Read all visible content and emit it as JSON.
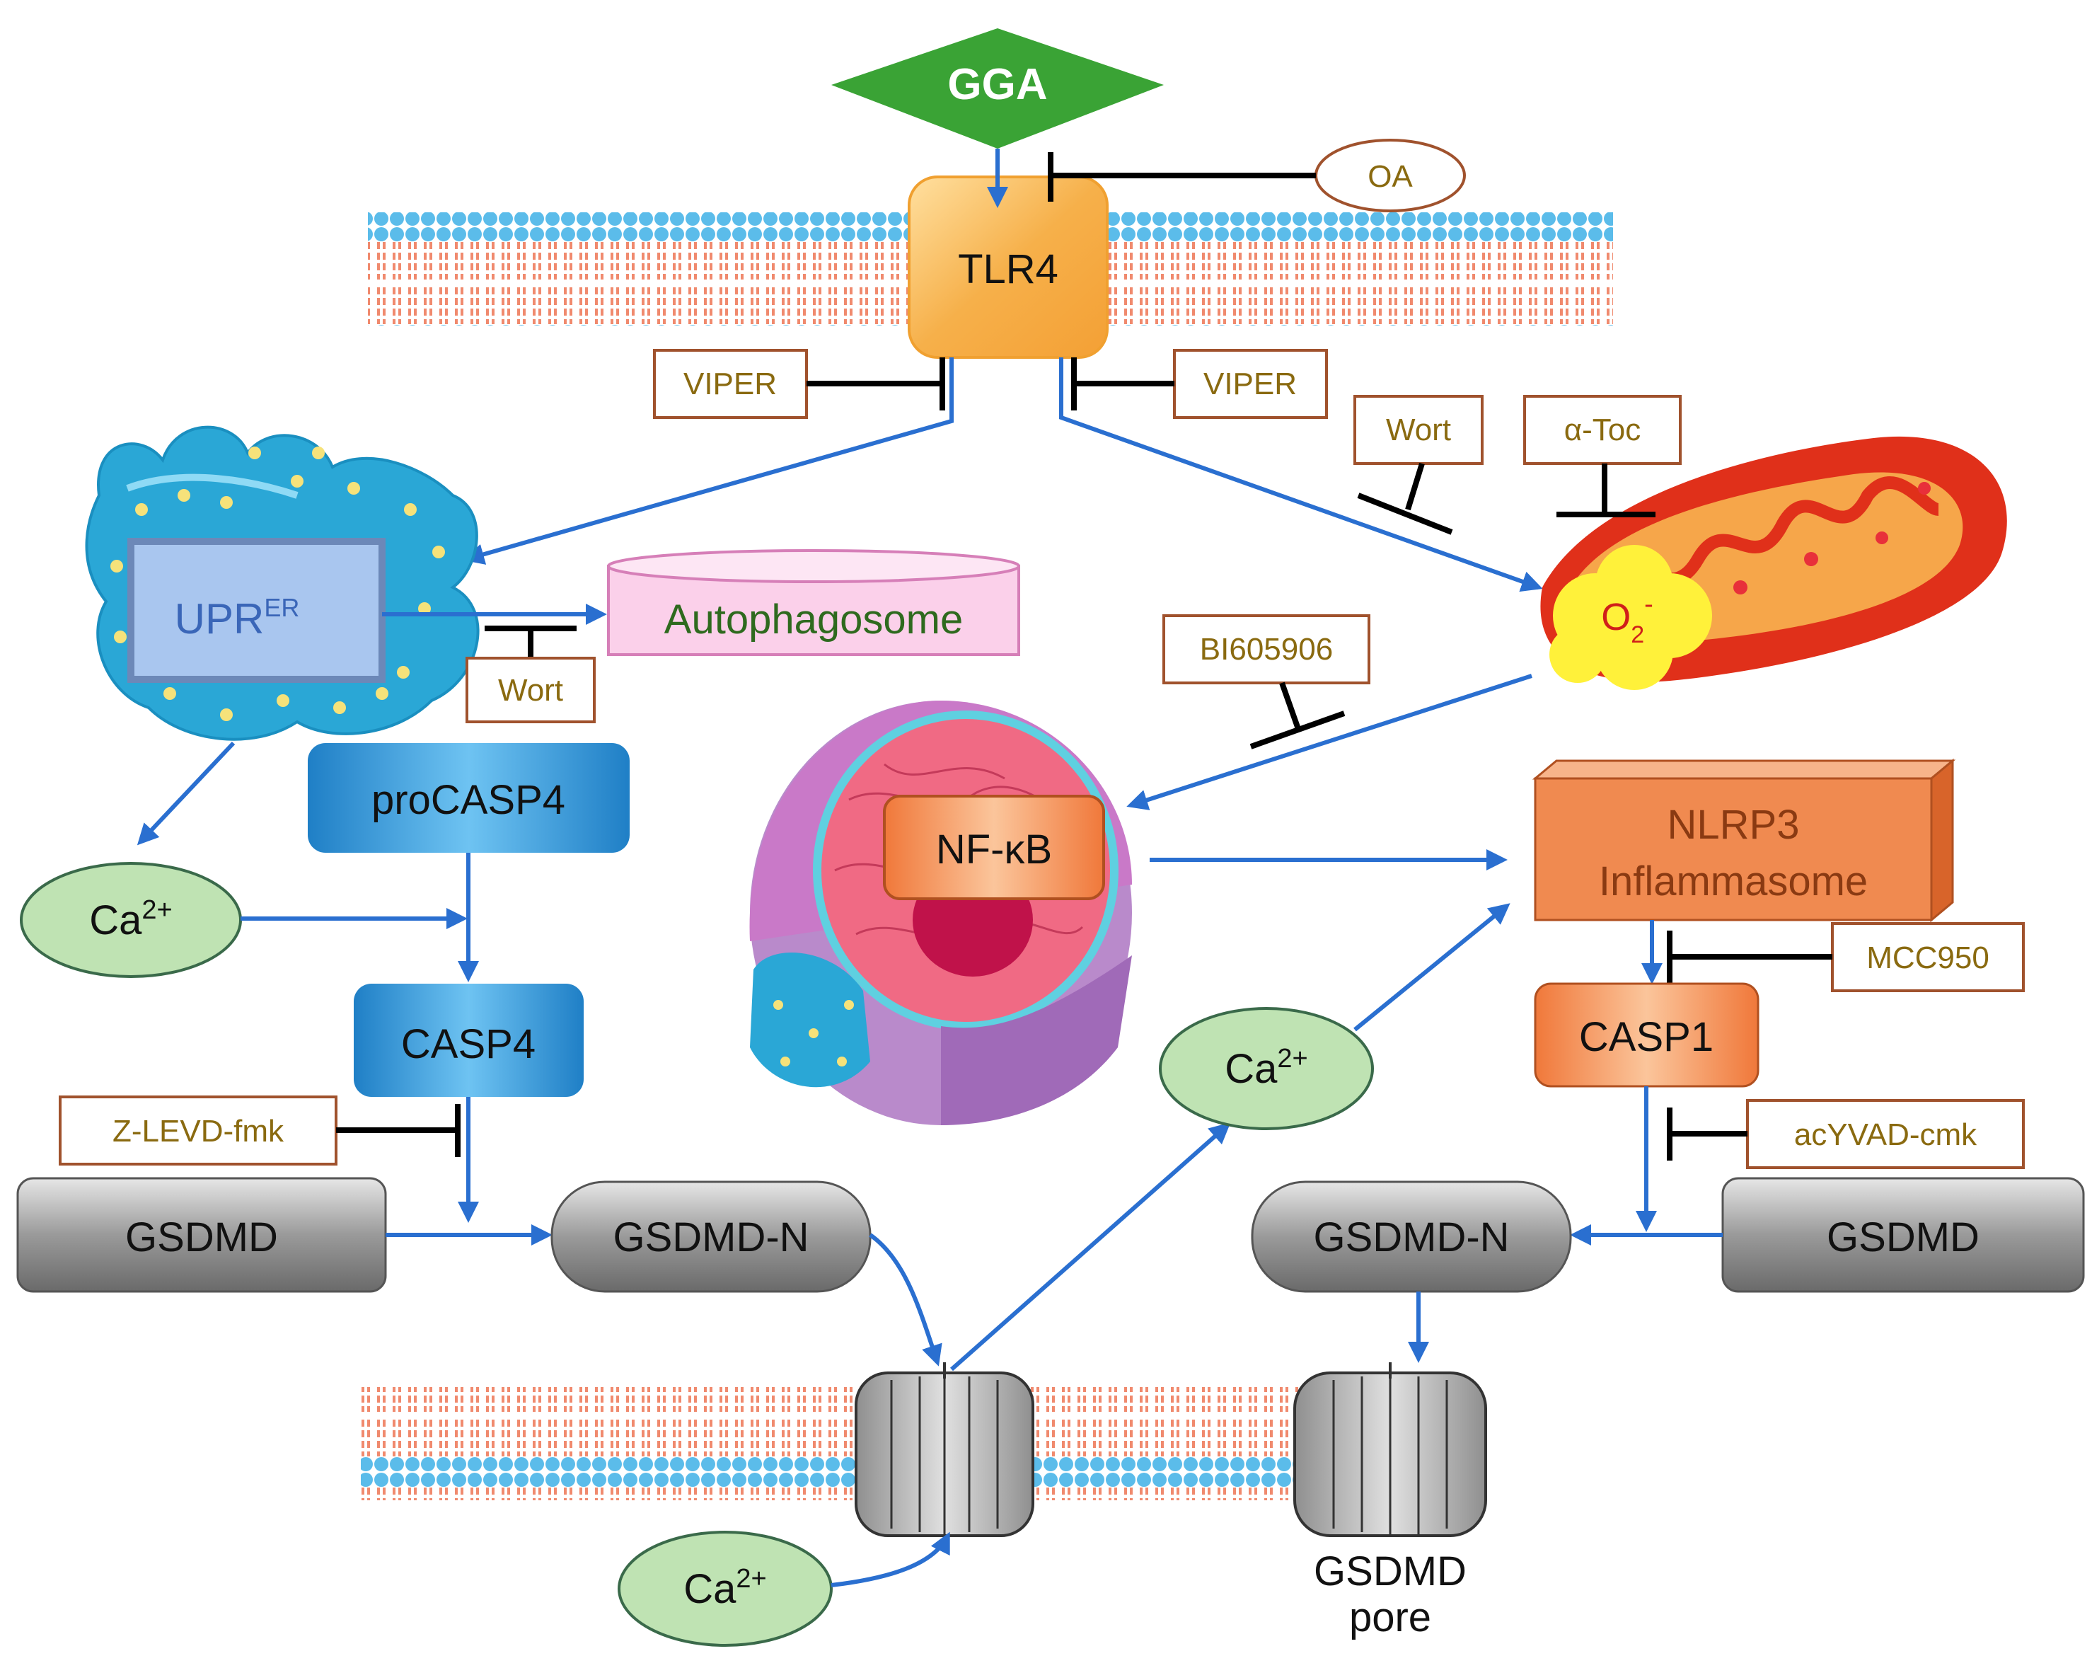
{
  "diagram": {
    "nodes": {
      "gga": "GGA",
      "tlr4": "TLR4",
      "upr": "UPR",
      "upr_sup": "ER",
      "autophagosome": "Autophagosome",
      "procasp4": "proCASP4",
      "casp4": "CASP4",
      "ca_left": "Ca",
      "ca_mid": "Ca",
      "ca_bottom": "Ca",
      "ca_sup": "2+",
      "o2": "O",
      "o2_sub": "2",
      "o2_sup": "-",
      "nfkb": "NF-κB",
      "nlrp3_line1": "NLRP3",
      "nlrp3_line2": "Inflammasome",
      "casp1": "CASP1",
      "gsdmd_left": "GSDMD",
      "gsdmdn_left": "GSDMD-N",
      "gsdmdn_right": "GSDMD-N",
      "gsdmd_right": "GSDMD",
      "pore_line1": "GSDMD",
      "pore_line2": "pore"
    },
    "inhibitors": {
      "oa": "OA",
      "viper_left": "VIPER",
      "viper_right": "VIPER",
      "wort_er": "Wort",
      "wort_mito": "Wort",
      "atoc": "α-Toc",
      "bi": "BI605906",
      "zlevd": "Z-LEVD-fmk",
      "mcc950": "MCC950",
      "acyvad": "acYVAD-cmk"
    },
    "colors": {
      "arrow": "#2a6fd0",
      "inhibition": "#000000",
      "inhibitor_text": "#8a6a10",
      "inhibitor_border": "#a0522d",
      "gga_fill": "#3aa335",
      "tlr4_fill": "#f6b04a",
      "er_fill": "#2aa7d6",
      "casp4_fill": "#3a9ad8",
      "nlrp3_fill": "#f08a50",
      "ca_fill": "#bfe3b3",
      "gsdmd_fill": "#8a8a8a",
      "mito_fill": "#e0301a",
      "autophagosome_text": "#2e6a1e"
    }
  }
}
